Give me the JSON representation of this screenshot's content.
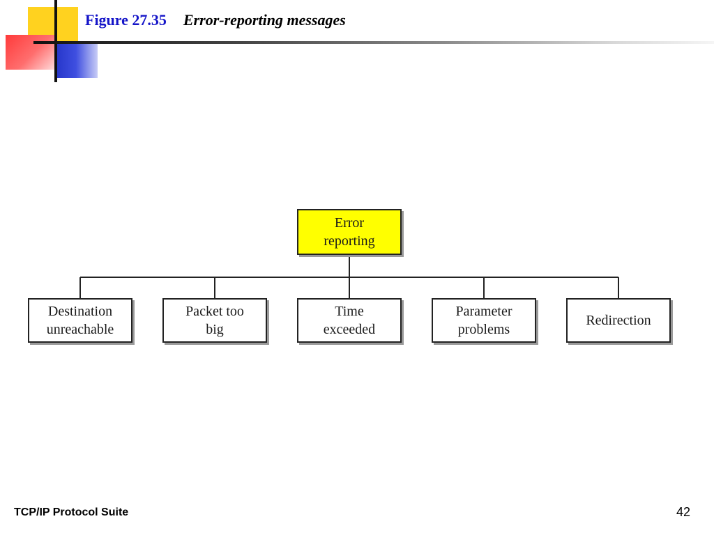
{
  "slide": {
    "figure_number": "Figure 27.35",
    "figure_caption": "Error-reporting messages",
    "footer_left": "TCP/IP Protocol Suite",
    "page_number": "42"
  },
  "diagram": {
    "root": {
      "label": "Error\nreporting",
      "fill": "#ffff00"
    },
    "children": [
      {
        "label": "Destination\nunreachable"
      },
      {
        "label": "Packet too\nbig"
      },
      {
        "label": "Time\nexceeded"
      },
      {
        "label": "Parameter\nproblems"
      },
      {
        "label": "Redirection"
      }
    ]
  },
  "colors": {
    "title": "#1414c8",
    "deco_yellow": "#ffd21f",
    "deco_red": "#ff3a3a",
    "deco_blue": "#2434c8"
  }
}
